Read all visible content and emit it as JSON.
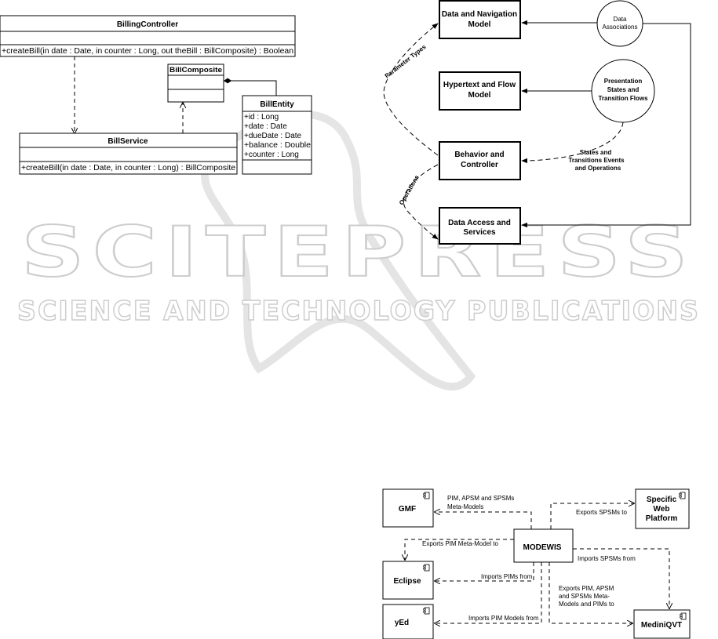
{
  "watermark": {
    "brand": "SCITEPRESS",
    "tagline": "SCIENCE AND TECHNOLOGY PUBLICATIONS",
    "color": "#c8c8c8"
  },
  "uml_class_diagram": {
    "billing_controller": {
      "name": "BillingController",
      "operation": "+createBill(in date : Date, in counter : Long, out theBill : BillComposite) : Boolean"
    },
    "bill_service": {
      "name": "BillService",
      "operation": "+createBill(in date : Date, in counter : Long) : BillComposite"
    },
    "bill_composite": {
      "name": "BillComposite"
    },
    "bill_entity": {
      "name": "BillEntity",
      "attributes": [
        "+id : Long",
        "+date : Date",
        "+dueDate : Date",
        "+balance : Double",
        "+counter : Long"
      ]
    }
  },
  "architecture_diagram": {
    "boxes": {
      "data_navigation": [
        "Data and Navigation",
        "Model"
      ],
      "hypertext_flow": [
        "Hypertext and Flow",
        "Model"
      ],
      "behavior_controller": [
        "Behavior and",
        "Controller"
      ],
      "data_access": [
        "Data Access and",
        "Services"
      ]
    },
    "circles": {
      "data_associations": [
        "Data",
        "Associations"
      ],
      "presentation": [
        "Presentation",
        "States and",
        "Transition Flows"
      ]
    },
    "labels": {
      "parameter_types": "Parameter Types",
      "operations": "Operations",
      "states_events": [
        "States and",
        "Transitions Events",
        "and Operations"
      ]
    }
  },
  "component_diagram": {
    "components": {
      "gmf": "GMF",
      "specific_web_platform": [
        "Specific",
        "Web",
        "Platform"
      ],
      "modewis": "MODEWIS",
      "eclipse": "Eclipse",
      "mediniqvt": "MediniQVT",
      "yed": "yEd"
    },
    "edges": {
      "to_gmf": [
        "PIM, APSM and SPSMs",
        "Meta-Models"
      ],
      "exports_spsms": "Exports SPSMs to",
      "exports_pim_meta": "Exports PIM Meta-Model to",
      "imports_spsms": "Imports SPSMs from",
      "imports_pims": "Imports PIMs from",
      "exports_all": [
        "Exports PIM, APSM",
        "and SPSMs Meta-",
        "Models and PIMs to"
      ],
      "imports_pim_models": "Imports PIM Models from"
    }
  }
}
